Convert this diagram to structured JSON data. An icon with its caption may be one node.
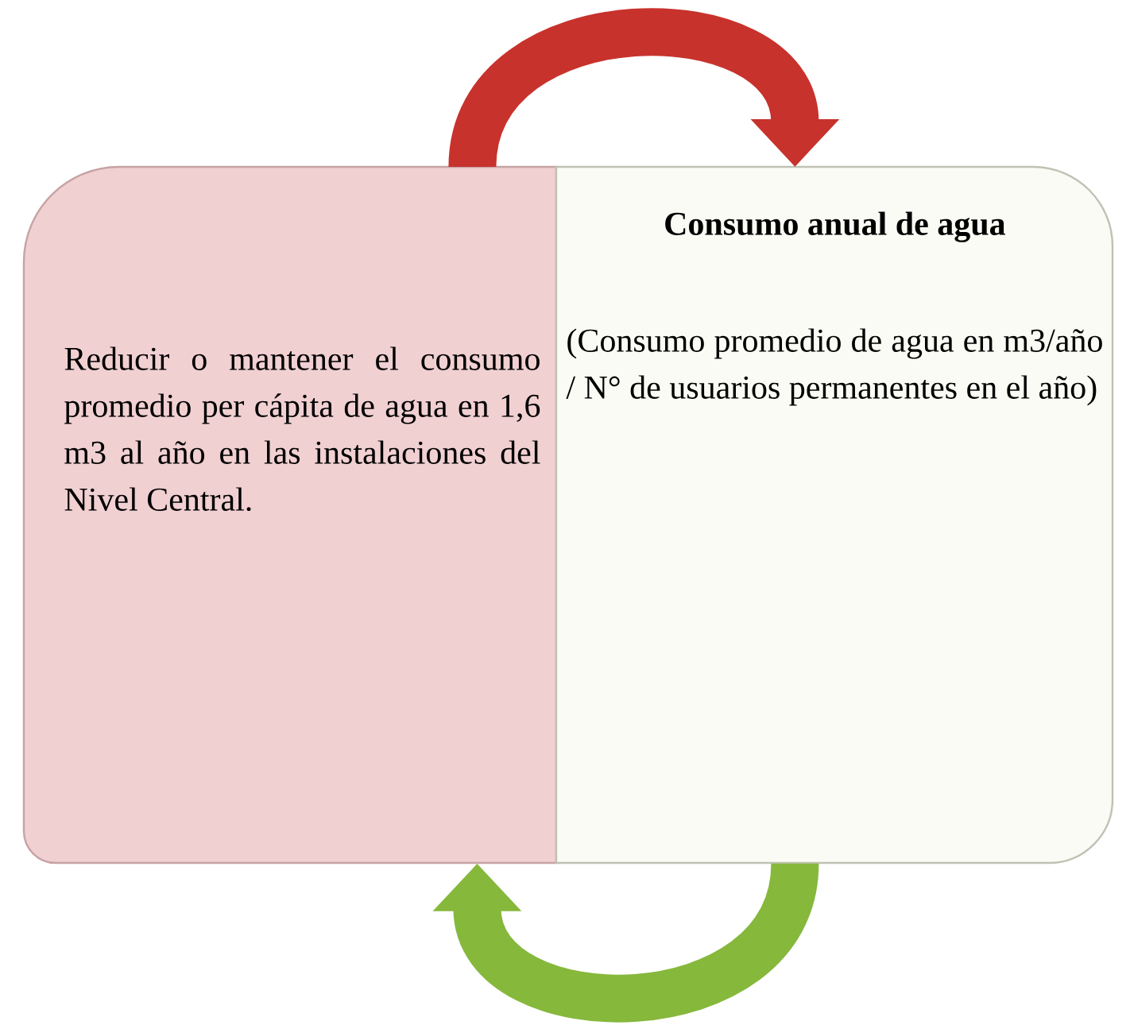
{
  "diagram": {
    "nodes": [
      {
        "text": [
          "Reducir o mantener el consumo promedio per cápita de agua en 1,6 m3 al año en las instalaciones del Nivel Central."
        ]
      },
      {
        "text": [
          "Consumo anual de agua",
          "(Consumo promedio de agua en m3/año / N° de usuarios permanentes en el año)"
        ]
      }
    ],
    "edges": [
      {
        "from": 0,
        "to": 1,
        "arrow": "to",
        "color": "#c8322c"
      },
      {
        "from": 1,
        "to": 0,
        "arrow": "to",
        "color": "#86b83c"
      }
    ]
  }
}
